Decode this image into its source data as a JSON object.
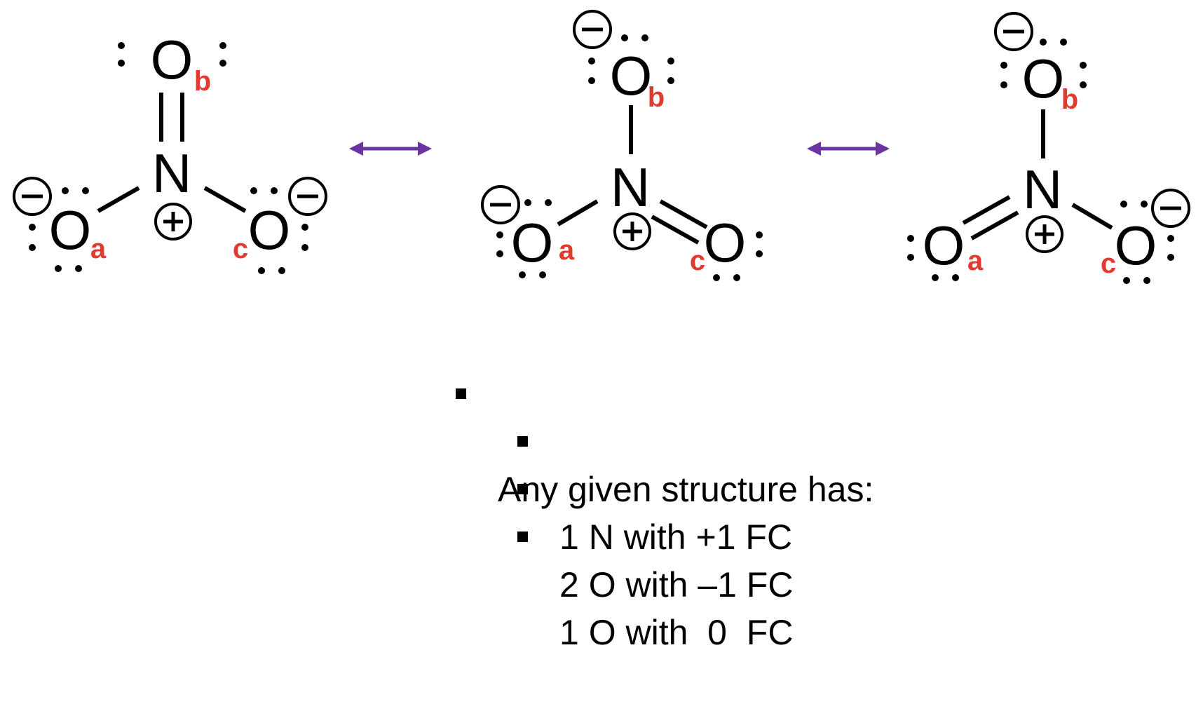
{
  "colors": {
    "label": "#e03b2e",
    "arrow": "#6a35a0",
    "ink": "#000000"
  },
  "structures": [
    {
      "name": "structure-1",
      "center_atom": "N",
      "atoms": [
        {
          "symbol": "O",
          "label": "b",
          "charge": ""
        },
        {
          "symbol": "O",
          "label": "a",
          "charge": "−"
        },
        {
          "symbol": "O",
          "label": "c",
          "charge": "−"
        }
      ],
      "center_charge": "+"
    },
    {
      "name": "structure-2",
      "center_atom": "N",
      "atoms": [
        {
          "symbol": "O",
          "label": "b",
          "charge": "−"
        },
        {
          "symbol": "O",
          "label": "a",
          "charge": "−"
        },
        {
          "symbol": "O",
          "label": "c",
          "charge": ""
        }
      ],
      "center_charge": "+"
    },
    {
      "name": "structure-3",
      "center_atom": "N",
      "atoms": [
        {
          "symbol": "O",
          "label": "b",
          "charge": "−"
        },
        {
          "symbol": "O",
          "label": "a",
          "charge": ""
        },
        {
          "symbol": "O",
          "label": "c",
          "charge": "−"
        }
      ],
      "center_charge": "+"
    }
  ],
  "notes": {
    "heading": "Any given structure has:",
    "items": [
      "1 N with +1 FC",
      "2 O with –1 FC",
      "1 O with  0  FC"
    ]
  }
}
